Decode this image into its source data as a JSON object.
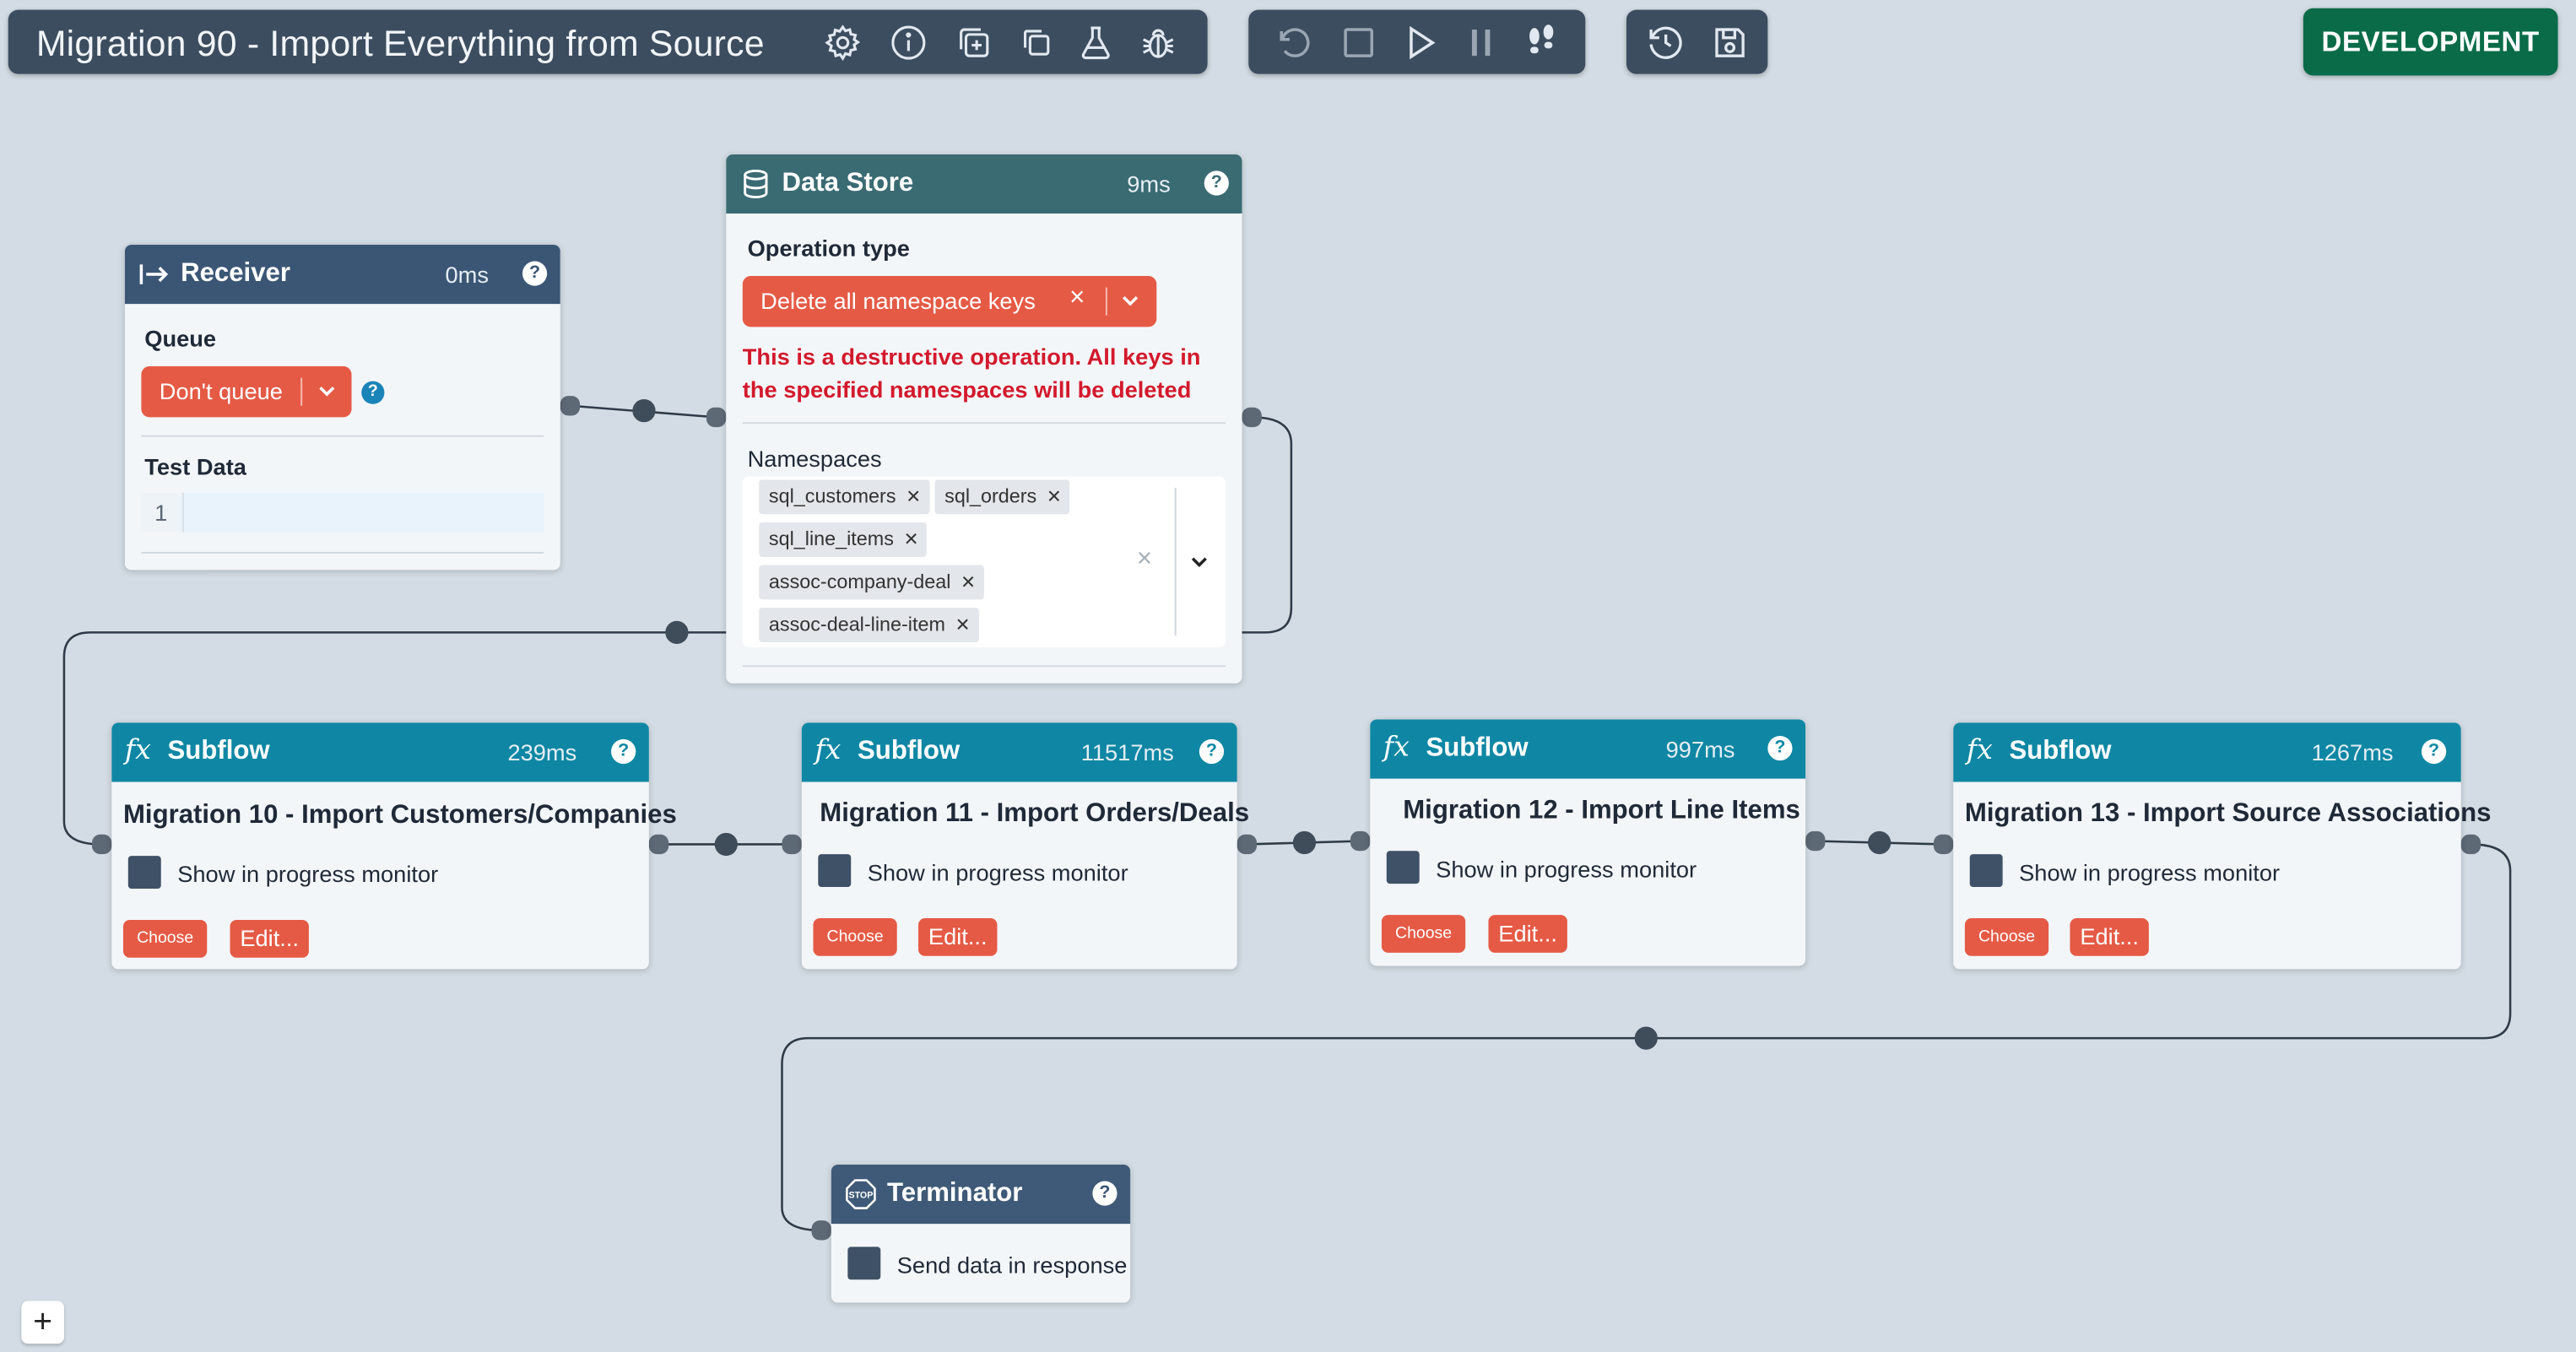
{
  "toolbar": {
    "title": "Migration 90 - Import Everything from Source",
    "title_icons": [
      "gear-icon",
      "info-icon",
      "duplicate-icon",
      "copy-icon",
      "flask-icon",
      "bug-icon"
    ],
    "run_icons": [
      "undo-icon",
      "stop-icon",
      "play-icon",
      "pause-icon",
      "step-icon"
    ],
    "history_icons": [
      "history-icon",
      "save-icon"
    ],
    "environment": "DEVELOPMENT"
  },
  "receiver": {
    "title": "Receiver",
    "time": "0ms",
    "help": "?",
    "queue_label": "Queue",
    "queue_value": "Don't queue",
    "test_data_label": "Test Data",
    "test_data_line": "1"
  },
  "datastore": {
    "title": "Data Store",
    "time": "9ms",
    "help": "?",
    "operation_label": "Operation type",
    "operation_value": "Delete all namespace keys",
    "clear_symbol": "×",
    "warning": "This is a destructive operation. All keys in the specified namespaces will be deleted",
    "namespaces_label": "Namespaces",
    "namespaces": [
      "sql_customers",
      "sql_orders",
      "sql_line_items",
      "assoc-company-deal",
      "assoc-deal-line-item"
    ]
  },
  "subflows": [
    {
      "type": "Subflow",
      "time": "239ms",
      "name": "Migration 10 - Import Customers/Companies",
      "checkbox_label": "Show in progress monitor",
      "choose": "Choose",
      "edit": "Edit..."
    },
    {
      "type": "Subflow",
      "time": "11517ms",
      "name": "Migration 11 - Import Orders/Deals",
      "checkbox_label": "Show in progress monitor",
      "choose": "Choose",
      "edit": "Edit..."
    },
    {
      "type": "Subflow",
      "time": "997ms",
      "name": "Migration 12 - Import Line Items",
      "checkbox_label": "Show in progress monitor",
      "choose": "Choose",
      "edit": "Edit..."
    },
    {
      "type": "Subflow",
      "time": "1267ms",
      "name": "Migration 13 - Import Source Associations",
      "checkbox_label": "Show in progress monitor",
      "choose": "Choose",
      "edit": "Edit..."
    }
  ],
  "terminator": {
    "title": "Terminator",
    "icon_text": "STOP",
    "help": "?",
    "checkbox_label": "Send data in response"
  },
  "canvas": {
    "zoom_in": "+"
  },
  "colors": {
    "canvas": "#d3dce4",
    "toolbar": "#3c4d5f",
    "environment": "#0a6b48",
    "accent_red": "#e55a45",
    "subflow_header": "#0f87a4",
    "warning_text": "#d3192c"
  }
}
